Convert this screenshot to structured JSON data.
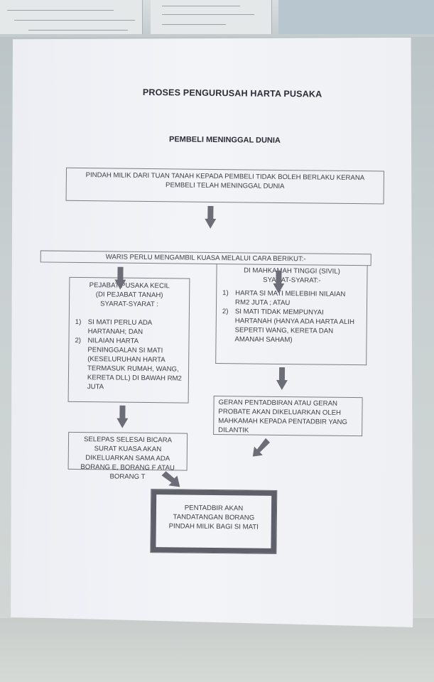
{
  "title": "PROSES PENGURUSAH HARTA PUSAKA",
  "subtitle": "PEMBELI MENINGGAL DUNIA",
  "intro": "PINDAH MILIK DARI TUAN TANAH KEPADA PEMBELI TIDAK BOLEH BERLAKU KERANA PEMBELI TELAH MENINGGAL DUNIA",
  "waris": "WARIS PERLU MENGAMBIL KUASA MELALUI CARA BERIKUT:-",
  "left": {
    "heading1": "PEJABAT PUSAKA KECIL",
    "heading2": "(DI PEJABAT TANAH)",
    "heading3": "SYARAT-SYARAT :",
    "items": [
      {
        "num": "1)",
        "text": "SI MATI PERLU ADA HARTANAH; DAN"
      },
      {
        "num": "2)",
        "text": "NILAIAN HARTA PENINGGALAN SI MATI (KESELURUHAN HARTA TERMASUK RUMAH, WANG, KERETA DLL) DI BAWAH RM2 JUTA"
      }
    ]
  },
  "right": {
    "heading1": "DI MAHKAMAH TINGGI (SIVIL)",
    "heading2": "SYARAT-SYARAT:-",
    "items": [
      {
        "num": "1)",
        "text": "HARTA SI MATI MELEBIHI NILAIAN RM2 JUTA ; ATAU"
      },
      {
        "num": "2)",
        "text": "SI MATI TIDAK MEMPUNYAI HARTANAH (HANYA ADA HARTA ALIH SEPERTI WANG, KERETA DAN AMANAH SAHAM)"
      }
    ]
  },
  "geran": "GERAN PENTADBIRAN ATAU GERAN PROBATE AKAN DIKELUARKAN OLEH MAHKAMAH KEPADA PENTADBIR YANG DILANTIK",
  "selepas": "SELEPAS SELESAI BICARA SURAT KUASA AKAN DIKELUARKAN SAMA ADA BORANG E, BORANG F ATAU BORANG T",
  "final": "PENTADBIR AKAN TANDATANGAN BORANG PINDAH  MILIK BAGI SI MATI",
  "colors": {
    "paper": "#f1f2f6",
    "text": "#3a3d45",
    "arrow": "#6b6e76"
  }
}
